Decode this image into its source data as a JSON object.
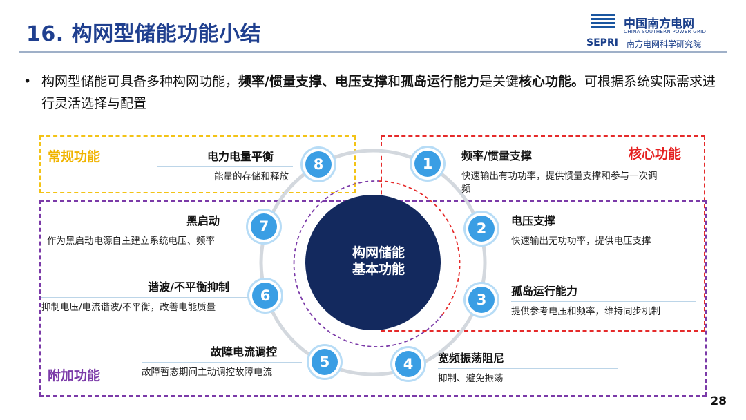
{
  "title": "16. 构网型储能功能小结",
  "logo": {
    "cn_name": "中国南方电网",
    "en_name": "CHINA SOUTHERN POWER GRID",
    "sepri": "SEPRI",
    "institute": "南方电网科学研究院"
  },
  "bullet": {
    "symbol": "•",
    "parts": [
      {
        "text": "构网型储能可具备多种构网功能，",
        "bold": false
      },
      {
        "text": "频率/惯量支撑、电压支撑",
        "bold": true
      },
      {
        "text": "和",
        "bold": false
      },
      {
        "text": "孤岛运行能力",
        "bold": true
      },
      {
        "text": "是关键",
        "bold": false
      },
      {
        "text": "核心功能。",
        "bold": true
      },
      {
        "text": "可根据系统实际需求进行灵活选择与配置",
        "bold": false
      }
    ]
  },
  "groups": {
    "regular": "常规功能",
    "core": "核心功能",
    "additional": "附加功能"
  },
  "center": {
    "line1": "构网储能",
    "line2": "基本功能"
  },
  "colors": {
    "title": "#1f3f8f",
    "node": "#3a9ee4",
    "center": "#13295e",
    "regular": "#f3c316",
    "core": "#e52a2a",
    "additional": "#7b3aa8"
  },
  "functions": [
    {
      "num": "1",
      "title": "频率/惯量支撑",
      "desc": "快速输出有功功率，提供惯量支撑和参与一次调频"
    },
    {
      "num": "2",
      "title": "电压支撑",
      "desc": "快速输出无功功率，提供电压支撑"
    },
    {
      "num": "3",
      "title": "孤岛运行能力",
      "desc": "提供参考电压和频率，维持同步机制"
    },
    {
      "num": "4",
      "title": "宽频振荡阻尼",
      "desc": "抑制、避免振荡"
    },
    {
      "num": "5",
      "title": "故障电流调控",
      "desc": "故障暂态期间主动调控故障电流"
    },
    {
      "num": "6",
      "title": "谐波/不平衡抑制",
      "desc": "抑制电压/电流谐波/不平衡，改善电能质量"
    },
    {
      "num": "7",
      "title": "黑启动",
      "desc": "作为黑启动电源自主建立系统电压、频率"
    },
    {
      "num": "8",
      "title": "电力电量平衡",
      "desc": "能量的存储和释放"
    }
  ],
  "page_number": "28"
}
